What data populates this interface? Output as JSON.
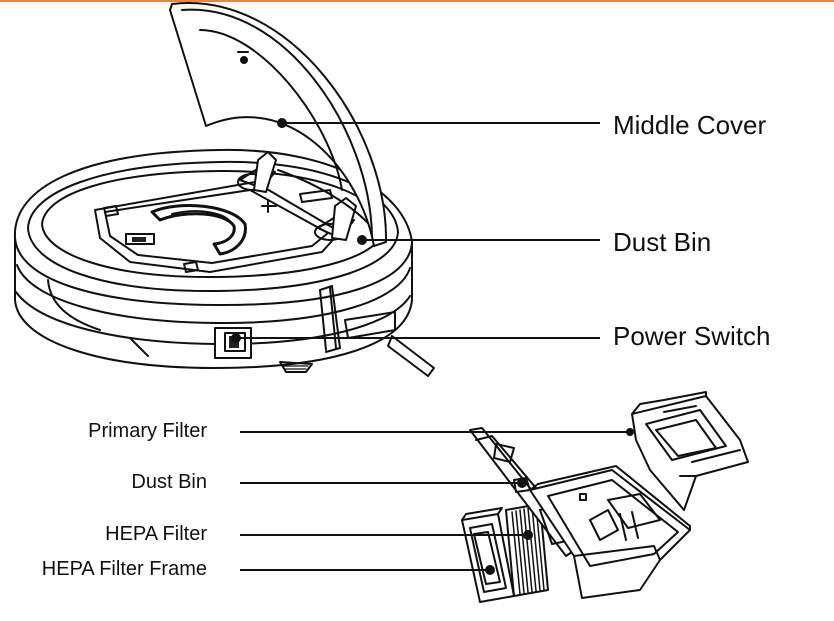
{
  "colors": {
    "top_rule": "#e8834a",
    "line": "#111111",
    "fill": "#ffffff",
    "dark_part": "#222222"
  },
  "callouts_top": [
    {
      "label": "Middle Cover"
    },
    {
      "label": "Dust Bin"
    },
    {
      "label": "Power Switch"
    }
  ],
  "callouts_bottom": [
    {
      "label": "Primary Filter"
    },
    {
      "label": "Dust Bin"
    },
    {
      "label": "HEPA Filter"
    },
    {
      "label": "HEPA Filter Frame"
    }
  ]
}
